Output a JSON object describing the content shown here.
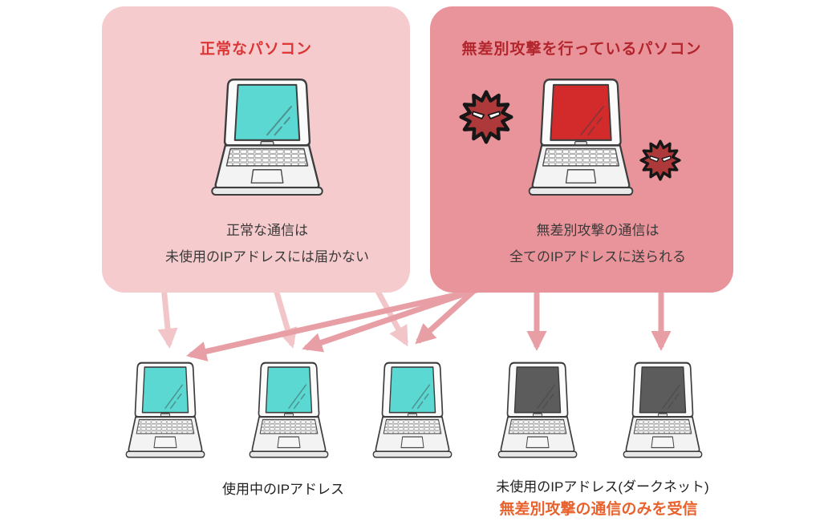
{
  "left_panel": {
    "title": "正常なパソコン",
    "caption_line1": "正常な通信は",
    "caption_line2": "未使用のIPアドレスには届かない"
  },
  "right_panel": {
    "title": "無差別攻撃を行っているパソコン",
    "caption_line1": "無差別攻撃の通信は",
    "caption_line2": "全てのIPアドレスに送られる"
  },
  "bottom": {
    "used_label": "使用中のIPアドレス",
    "unused_label": "未使用のIPアドレス(ダークネット)",
    "unused_highlight": "無差別攻撃の通信のみを受信"
  },
  "colors": {
    "left_box_bg": "#f5cbce",
    "right_box_bg": "#e9949a",
    "left_title_text": "#dc3535",
    "right_title_text": "#b2252c",
    "caption_text": "#3a3a3a",
    "label_text": "#222222",
    "highlight_text": "#e8622d",
    "arrow_light": "#f2c6c9",
    "arrow_dark": "#e79fa5",
    "screen_teal": "#5bd8d2",
    "screen_red": "#d32b2c",
    "screen_dark": "#5c5c5c",
    "virus_fill": "#ae393b"
  }
}
